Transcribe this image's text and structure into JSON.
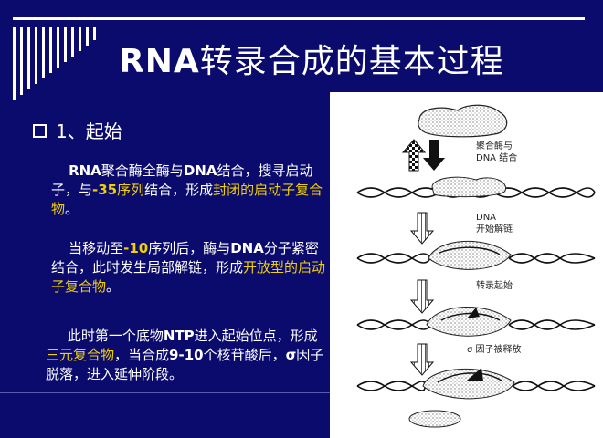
{
  "slide": {
    "title": {
      "latin": "RNA",
      "cjk": "转录合成的基本过程"
    },
    "section": {
      "label": "1、起始"
    },
    "para1": {
      "a": "RNA",
      "b": "聚合酶全酶与",
      "c": "DNA",
      "d": "结合，搜寻启动子，与",
      "e": "-35",
      "f": "序列",
      "g": "结合，形成",
      "h": "封闭的启动子复合物",
      "i": "。"
    },
    "para2": {
      "a": "当移动至",
      "b": "-10",
      "c": "序列后，酶与",
      "d": "DNA",
      "e": "分子紧密结合，此时发生局部解链，形成",
      "f": "开放型的启动子复合物",
      "g": "。"
    },
    "para3": {
      "a": "此时第一个底物",
      "b": "NTP",
      "c": "进入起始位点，形成",
      "d": "三元复合物",
      "e": "，当合成",
      "f": "9-10",
      "g": "个核苷酸后，",
      "h": "σ",
      "i": "因子脱落，进入延伸阶段。"
    },
    "figure": {
      "label1_line1": "聚合酶与",
      "label1_line2": "DNA 结合",
      "label2_line1": "DNA",
      "label2_line2": "开始解链",
      "label3": "转录起始",
      "label4": "σ 因子被释放"
    }
  },
  "colors": {
    "background": "#0b0b6e",
    "text": "#ffffff",
    "highlight": "#f0d000"
  }
}
